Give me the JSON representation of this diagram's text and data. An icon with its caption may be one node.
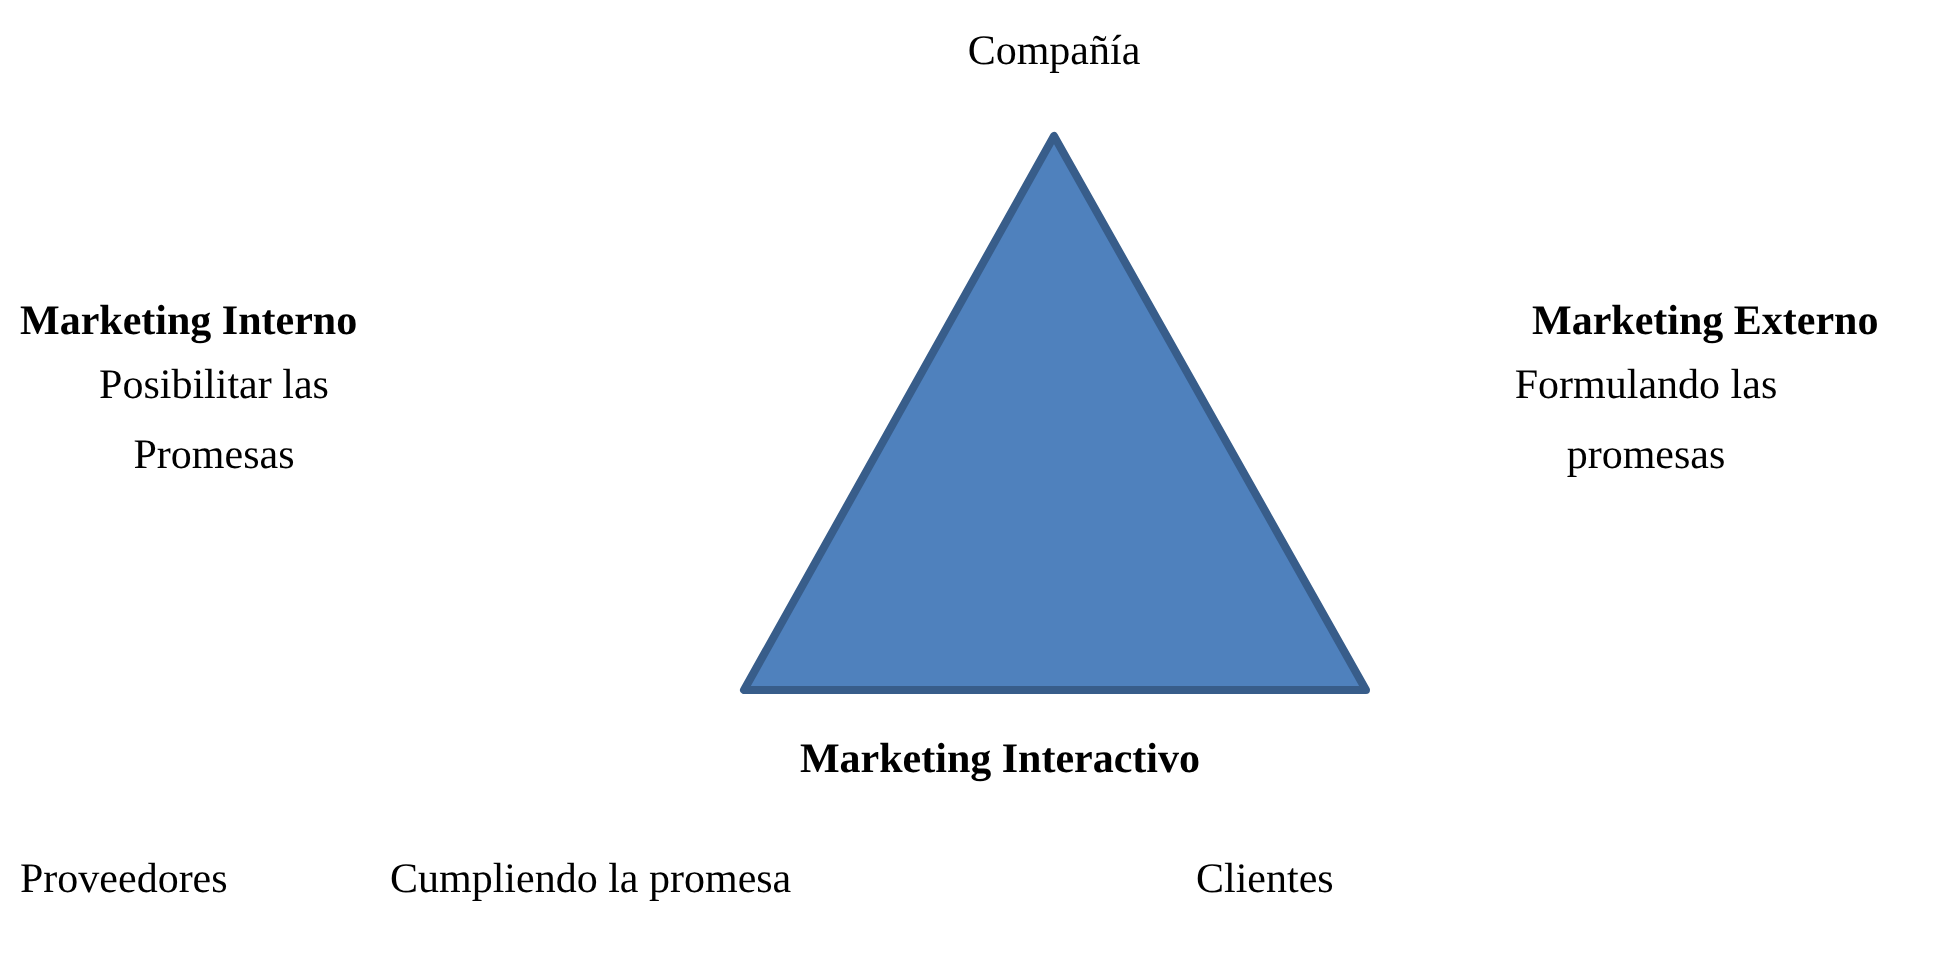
{
  "diagram": {
    "labels": [
      "Compañía",
      "Marketing Interno",
      "Marketing Externo",
      "Posibilitar las Promesas",
      "Formulando las promesas",
      "Marketing Interactivo",
      "Proveedores",
      "Cumpliendo la promesa",
      "Clientes"
    ]
  }
}
